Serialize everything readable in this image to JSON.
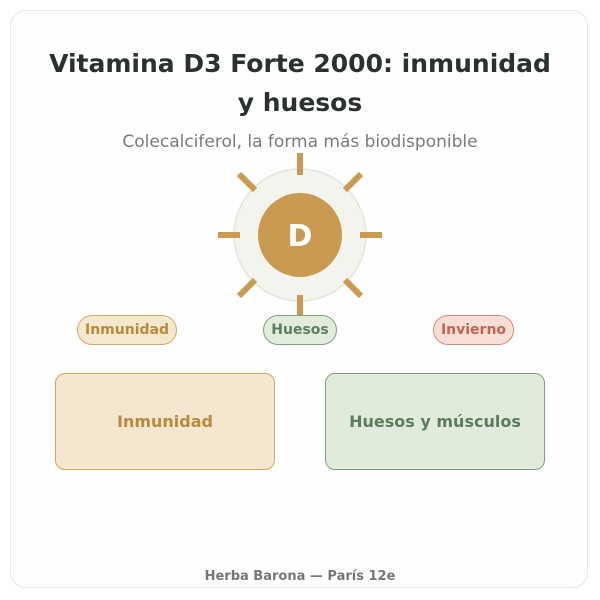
{
  "header": {
    "title": "Vitamina D3 Forte 2000: inmunidad y huesos",
    "subtitle": "Colecalciferol, la forma más biodisponible"
  },
  "sun_icon": {
    "icon": "sun-icon",
    "letter": "D",
    "color": "#c99a4f"
  },
  "tags": {
    "inmunidad": "Inmunidad",
    "huesos": "Huesos",
    "invierno": "Invierno"
  },
  "benefits": {
    "inmunidad": "Inmunidad",
    "huesos": "Huesos y músculos"
  },
  "footer": {
    "text": "Herba Barona — París 12e"
  },
  "colors": {
    "gold": "#c99a4f",
    "green": "#7da17c",
    "red": "#d88b7a"
  }
}
